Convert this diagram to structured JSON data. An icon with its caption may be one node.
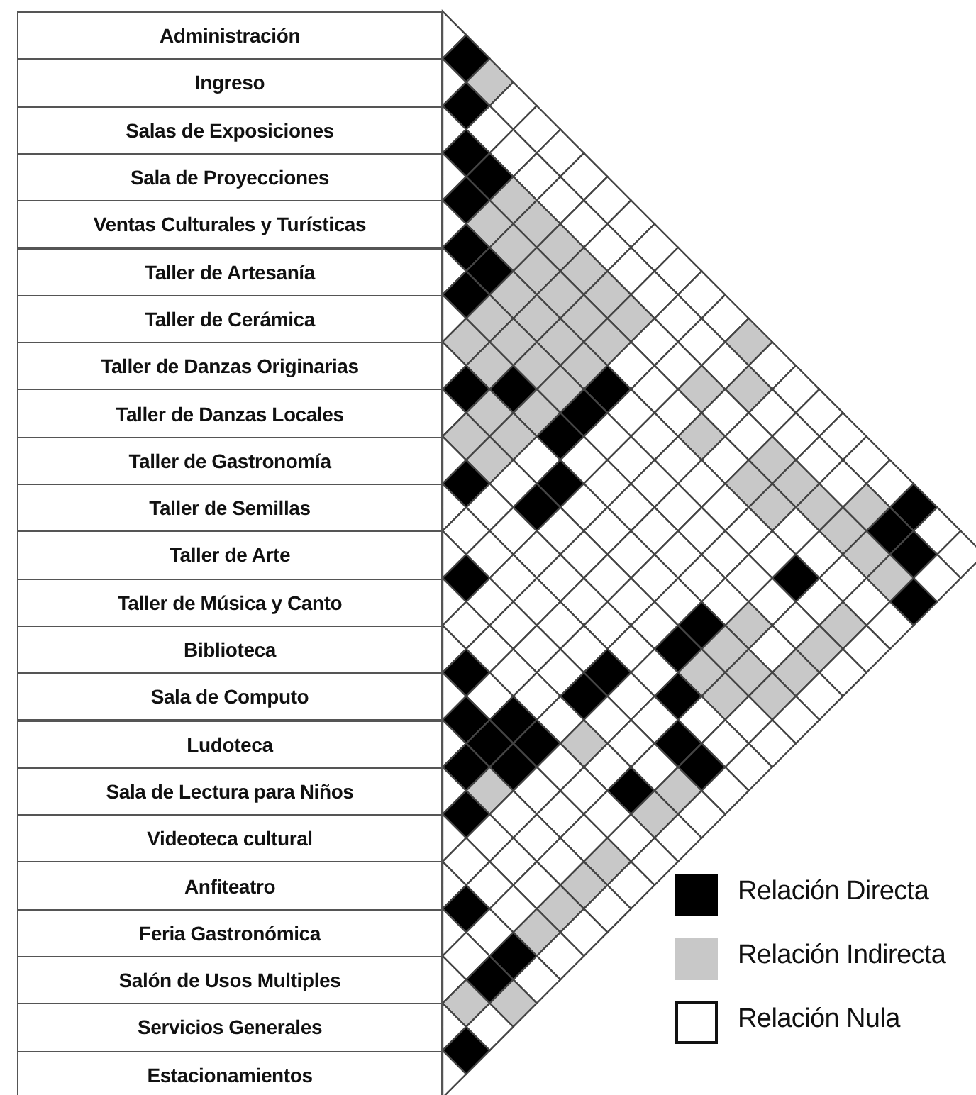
{
  "diagram": {
    "nodes": [
      {
        "text": [
          "Administración"
        ]
      },
      {
        "text": [
          "Ingreso"
        ]
      },
      {
        "text": [
          "Salas de Exposiciones"
        ]
      },
      {
        "text": [
          "Sala de Proyecciones"
        ]
      },
      {
        "text": [
          "Ventas Culturales y Turísticas"
        ]
      },
      {
        "text": [
          "Taller de Artesanía"
        ]
      },
      {
        "text": [
          "Taller de Cerámica"
        ]
      },
      {
        "text": [
          "Taller de Danzas Originarias"
        ]
      },
      {
        "text": [
          "Taller de Danzas Locales"
        ]
      },
      {
        "text": [
          "Taller de Gastronomía"
        ]
      },
      {
        "text": [
          "Taller de Semillas"
        ]
      },
      {
        "text": [
          "Taller de Arte"
        ]
      },
      {
        "text": [
          "Taller de Música y Canto"
        ]
      },
      {
        "text": [
          "Biblioteca"
        ]
      },
      {
        "text": [
          "Sala de Computo"
        ]
      },
      {
        "text": [
          "Ludoteca"
        ]
      },
      {
        "text": [
          "Sala de Lectura para Niños"
        ]
      },
      {
        "text": [
          "Videoteca cultural"
        ]
      },
      {
        "text": [
          "Anfiteatro"
        ]
      },
      {
        "text": [
          "Feria Gastronómica"
        ]
      },
      {
        "text": [
          "Salón de Usos Multiples"
        ]
      },
      {
        "text": [
          "Servicios Generales"
        ]
      },
      {
        "text": [
          "Estacionamientos"
        ]
      }
    ],
    "legend": [
      {
        "text": "Relación Directa",
        "color": "#000000"
      },
      {
        "text": "Relación Indirecta",
        "color": "#c8c8c8"
      },
      {
        "text": "Relación Nula",
        "color": "#ffffff"
      }
    ]
  }
}
